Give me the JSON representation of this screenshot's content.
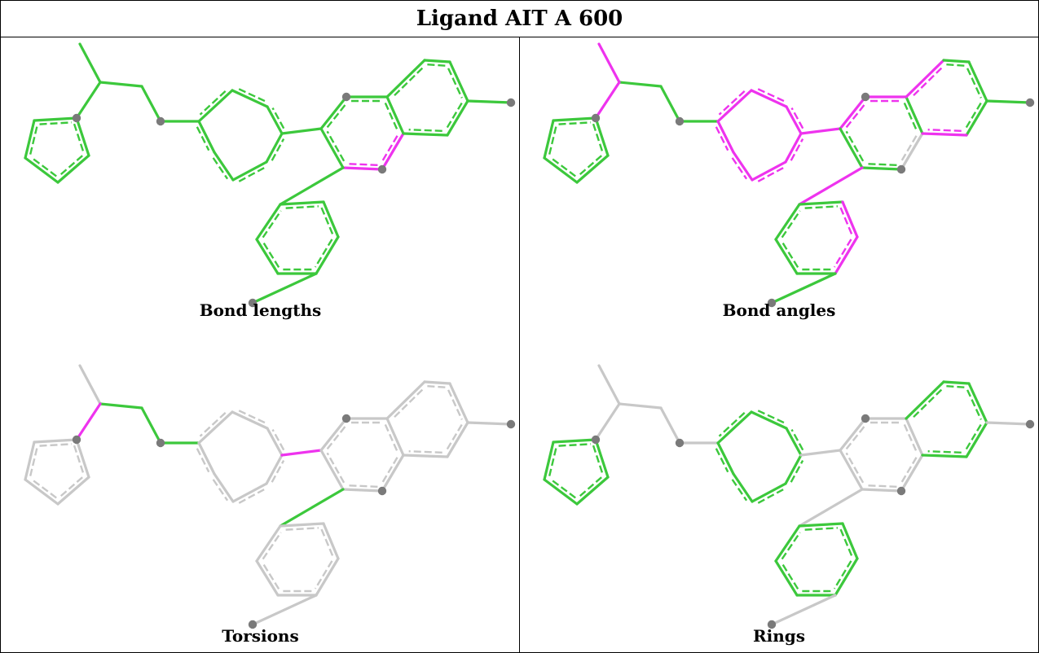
{
  "title": "Ligand AIT A 600",
  "colors": {
    "pass": "#3cc83c",
    "fail": "#ee33ee",
    "neutral": "#c8c8c8",
    "atom": "#7a7a7a"
  },
  "panels": [
    {
      "caption": "Bond lengths",
      "default": "pass",
      "fail": [
        [
          16,
          17
        ],
        [
          13,
          17
        ]
      ],
      "neutral": [],
      "rings_dashed": true
    },
    {
      "caption": "Bond angles",
      "default": "pass",
      "fail": [
        [
          0,
          1
        ],
        [
          1,
          5
        ],
        [
          9,
          10
        ],
        [
          10,
          11
        ],
        [
          11,
          12
        ],
        [
          12,
          13
        ],
        [
          13,
          14
        ],
        [
          14,
          9
        ],
        [
          15,
          17
        ],
        [
          17,
          16
        ],
        [
          16,
          22
        ],
        [
          22,
          21
        ],
        [
          21,
          20
        ],
        [
          20,
          16
        ],
        [
          25,
          26
        ],
        [
          26,
          27
        ],
        [
          27,
          28
        ],
        [
          8,
          12
        ]
      ],
      "neutral": [
        [
          13,
          17
        ]
      ],
      "rings_dashed": true
    },
    {
      "caption": "Torsions",
      "default": "neutral",
      "fail": [
        [
          1,
          5
        ],
        [
          12,
          15
        ]
      ],
      "pass": [
        [
          1,
          2
        ],
        [
          2,
          3
        ],
        [
          3,
          4
        ],
        [
          4,
          9
        ],
        [
          24,
          25
        ]
      ],
      "neutral": [],
      "rings_dashed": true
    },
    {
      "caption": "Rings",
      "default": "neutral",
      "ring_pass": [
        "cyclopentyl",
        "phenyl_top",
        "phenyl_bottom",
        "naphth_right"
      ],
      "fail": [],
      "neutral": [],
      "rings_dashed": true
    }
  ]
}
